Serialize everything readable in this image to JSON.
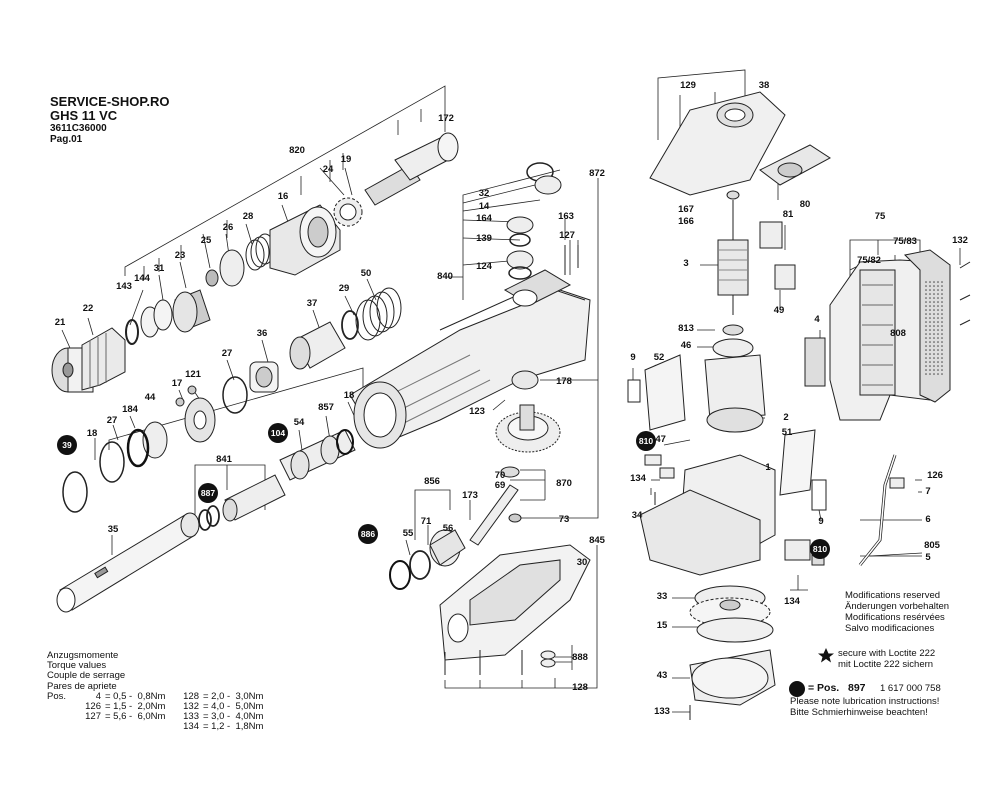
{
  "header": {
    "shop": "SERVICE-SHOP.RO",
    "model": "GHS 11 VC",
    "part_number": "3611C36000",
    "page": "Pag.01"
  },
  "part_labels": [
    {
      "id": "172",
      "text": "172"
    },
    {
      "id": "820",
      "text": "820"
    },
    {
      "id": "24",
      "text": "24"
    },
    {
      "id": "19",
      "text": "19"
    },
    {
      "id": "16",
      "text": "16"
    },
    {
      "id": "28",
      "text": "28"
    },
    {
      "id": "26",
      "text": "26"
    },
    {
      "id": "25",
      "text": "25"
    },
    {
      "id": "23",
      "text": "23"
    },
    {
      "id": "31",
      "text": "31"
    },
    {
      "id": "144",
      "text": "144"
    },
    {
      "id": "143",
      "text": "143"
    },
    {
      "id": "22",
      "text": "22"
    },
    {
      "id": "21",
      "text": "21"
    },
    {
      "id": "50",
      "text": "50"
    },
    {
      "id": "29",
      "text": "29"
    },
    {
      "id": "37",
      "text": "37"
    },
    {
      "id": "36",
      "text": "36"
    },
    {
      "id": "27a",
      "text": "27"
    },
    {
      "id": "121",
      "text": "121"
    },
    {
      "id": "17",
      "text": "17"
    },
    {
      "id": "44",
      "text": "44"
    },
    {
      "id": "184",
      "text": "184"
    },
    {
      "id": "27b",
      "text": "27"
    },
    {
      "id": "18a",
      "text": "18"
    },
    {
      "id": "54",
      "text": "54"
    },
    {
      "id": "857",
      "text": "857"
    },
    {
      "id": "18b",
      "text": "18"
    },
    {
      "id": "841",
      "text": "841"
    },
    {
      "id": "35",
      "text": "35"
    },
    {
      "id": "32",
      "text": "32"
    },
    {
      "id": "14",
      "text": "14"
    },
    {
      "id": "164",
      "text": "164"
    },
    {
      "id": "163",
      "text": "163"
    },
    {
      "id": "127",
      "text": "127"
    },
    {
      "id": "139",
      "text": "139"
    },
    {
      "id": "124",
      "text": "124"
    },
    {
      "id": "840",
      "text": "840"
    },
    {
      "id": "872",
      "text": "872"
    },
    {
      "id": "178",
      "text": "178"
    },
    {
      "id": "123",
      "text": "123"
    },
    {
      "id": "856",
      "text": "856"
    },
    {
      "id": "173",
      "text": "173"
    },
    {
      "id": "71",
      "text": "71"
    },
    {
      "id": "70",
      "text": "70"
    },
    {
      "id": "69",
      "text": "69"
    },
    {
      "id": "870",
      "text": "870"
    },
    {
      "id": "73",
      "text": "73"
    },
    {
      "id": "55",
      "text": "55"
    },
    {
      "id": "56",
      "text": "56"
    },
    {
      "id": "845",
      "text": "845"
    },
    {
      "id": "30",
      "text": "30"
    },
    {
      "id": "888",
      "text": "888"
    },
    {
      "id": "128",
      "text": "128"
    },
    {
      "id": "129",
      "text": "129"
    },
    {
      "id": "38",
      "text": "38"
    },
    {
      "id": "167",
      "text": "167"
    },
    {
      "id": "166",
      "text": "166"
    },
    {
      "id": "80",
      "text": "80"
    },
    {
      "id": "81",
      "text": "81"
    },
    {
      "id": "3",
      "text": "3"
    },
    {
      "id": "49",
      "text": "49"
    },
    {
      "id": "813",
      "text": "813"
    },
    {
      "id": "46",
      "text": "46"
    },
    {
      "id": "9a",
      "text": "9"
    },
    {
      "id": "52",
      "text": "52"
    },
    {
      "id": "2",
      "text": "2"
    },
    {
      "id": "51",
      "text": "51"
    },
    {
      "id": "847",
      "text": "847"
    },
    {
      "id": "1",
      "text": "1"
    },
    {
      "id": "134a",
      "text": "134"
    },
    {
      "id": "34",
      "text": "34"
    },
    {
      "id": "9b",
      "text": "9"
    },
    {
      "id": "134b",
      "text": "134"
    },
    {
      "id": "33",
      "text": "33"
    },
    {
      "id": "15",
      "text": "15"
    },
    {
      "id": "43",
      "text": "43"
    },
    {
      "id": "133",
      "text": "133"
    },
    {
      "id": "75",
      "text": "75"
    },
    {
      "id": "75_83",
      "text": "75/83"
    },
    {
      "id": "75_82",
      "text": "75/82"
    },
    {
      "id": "132",
      "text": "132"
    },
    {
      "id": "4",
      "text": "4"
    },
    {
      "id": "808",
      "text": "808"
    },
    {
      "id": "126",
      "text": "126"
    },
    {
      "id": "7",
      "text": "7"
    },
    {
      "id": "6",
      "text": "6"
    },
    {
      "id": "805",
      "text": "805"
    },
    {
      "id": "5",
      "text": "5"
    }
  ],
  "badges": [
    {
      "id": "39",
      "text": "39"
    },
    {
      "id": "104",
      "text": "104"
    },
    {
      "id": "887",
      "text": "887"
    },
    {
      "id": "886",
      "text": "886"
    },
    {
      "id": "810a",
      "text": "810"
    },
    {
      "id": "810b",
      "text": "810"
    }
  ],
  "torque": {
    "titles": [
      "Anzugsmomente",
      "Torque values",
      "Couple de serrage",
      "Pares de apriete"
    ],
    "prefix": "Pos.",
    "rows": [
      {
        "pos": "4",
        "range": "= 0,5 -  0,8Nm"
      },
      {
        "pos": "126",
        "range": "= 1,5 -  2,0Nm"
      },
      {
        "pos": "127",
        "range": "= 5,6 -  6,0Nm"
      },
      {
        "pos": "128",
        "range": "= 2,0 -  3,0Nm"
      },
      {
        "pos": "132",
        "range": "= 4,0 -  5,0Nm"
      },
      {
        "pos": "133",
        "range": "= 3,0 -  4,0Nm"
      },
      {
        "pos": "134",
        "range": "= 1,2 -  1,8Nm"
      }
    ]
  },
  "notes": {
    "modifications": [
      "Modifications reserved",
      "Änderungen vorbehalten",
      "Modifications resérvées",
      "Salvo modificaciones"
    ],
    "loctite": [
      "secure with Loctite 222",
      "mit Loctite 222 sichern"
    ],
    "lubrication": {
      "pos_label": "= Pos.",
      "pos_number": "897",
      "code": "1 617 000 758",
      "lines": [
        "Please note lubrication instructions!",
        "Bitte Schmierhinweise beachten!"
      ]
    }
  }
}
